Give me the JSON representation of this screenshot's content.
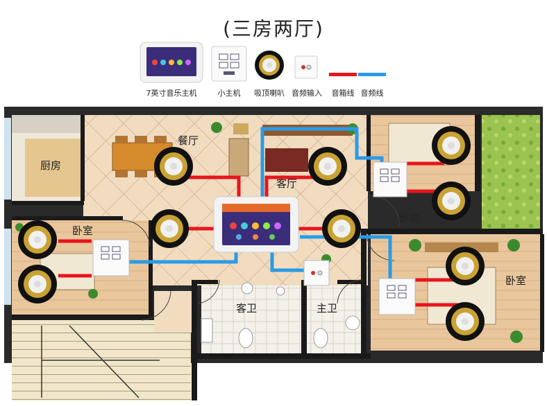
{
  "title": "(三房两厅)",
  "legend": {
    "music_host": "7英寸音乐主机",
    "small_host": "小主机",
    "ceiling_speaker": "吸顶喇叭",
    "audio_input": "音频输入",
    "speaker_wire": "音箱线",
    "audio_wire": "音频线"
  },
  "rooms": {
    "kitchen": "厨房",
    "dining": "餐厅",
    "living": "客厅",
    "bedroom_left": "卧室",
    "bedroom_upper_right": "卧室",
    "bedroom_lower_right": "卧室",
    "guest_bath": "客卫",
    "master_bath": "主卫"
  },
  "colors": {
    "speaker_wire": "#e8141c",
    "audio_wire": "#2b9be6",
    "wall": "#1a1a1a",
    "floor_tile": "#f1dcc0",
    "floor_wood": "#e7c49a"
  }
}
